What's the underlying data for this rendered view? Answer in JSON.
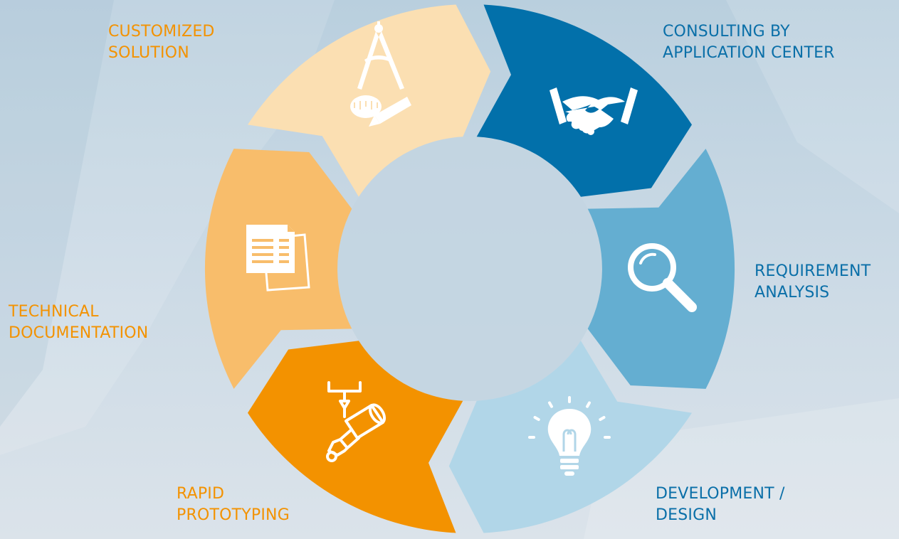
{
  "colors": {
    "consulting": "#0270aa",
    "requirement": "#64aed1",
    "development": "#b1d6e8",
    "prototyping": "#f39200",
    "documentation": "#f8bd6b",
    "customized": "#fbdfb2",
    "label_blue": "#0a6fa8",
    "label_orange": "#f39200",
    "icon": "#ffffff",
    "hub": "#c3d5e1"
  },
  "segments": [
    {
      "id": "consulting",
      "icon": "handshake-icon",
      "label_lines": [
        "CONSULTING BY",
        "APPLICATION CENTER"
      ]
    },
    {
      "id": "requirement",
      "icon": "magnifier-icon",
      "label_lines": [
        "REQUIREMENT",
        "ANALYSIS"
      ]
    },
    {
      "id": "development",
      "icon": "lightbulb-icon",
      "label_lines": [
        "DEVELOPMENT /",
        "DESIGN"
      ]
    },
    {
      "id": "prototyping",
      "icon": "nozzle-icon",
      "label_lines": [
        "RAPID",
        "PROTOTYPING"
      ]
    },
    {
      "id": "documentation",
      "icon": "documents-icon",
      "label_lines": [
        "TECHNICAL",
        "DOCUMENTATION"
      ]
    },
    {
      "id": "customized",
      "icon": "drafting-tools-icon",
      "label_lines": [
        "CUSTOMIZED",
        "SOLUTION"
      ]
    }
  ]
}
